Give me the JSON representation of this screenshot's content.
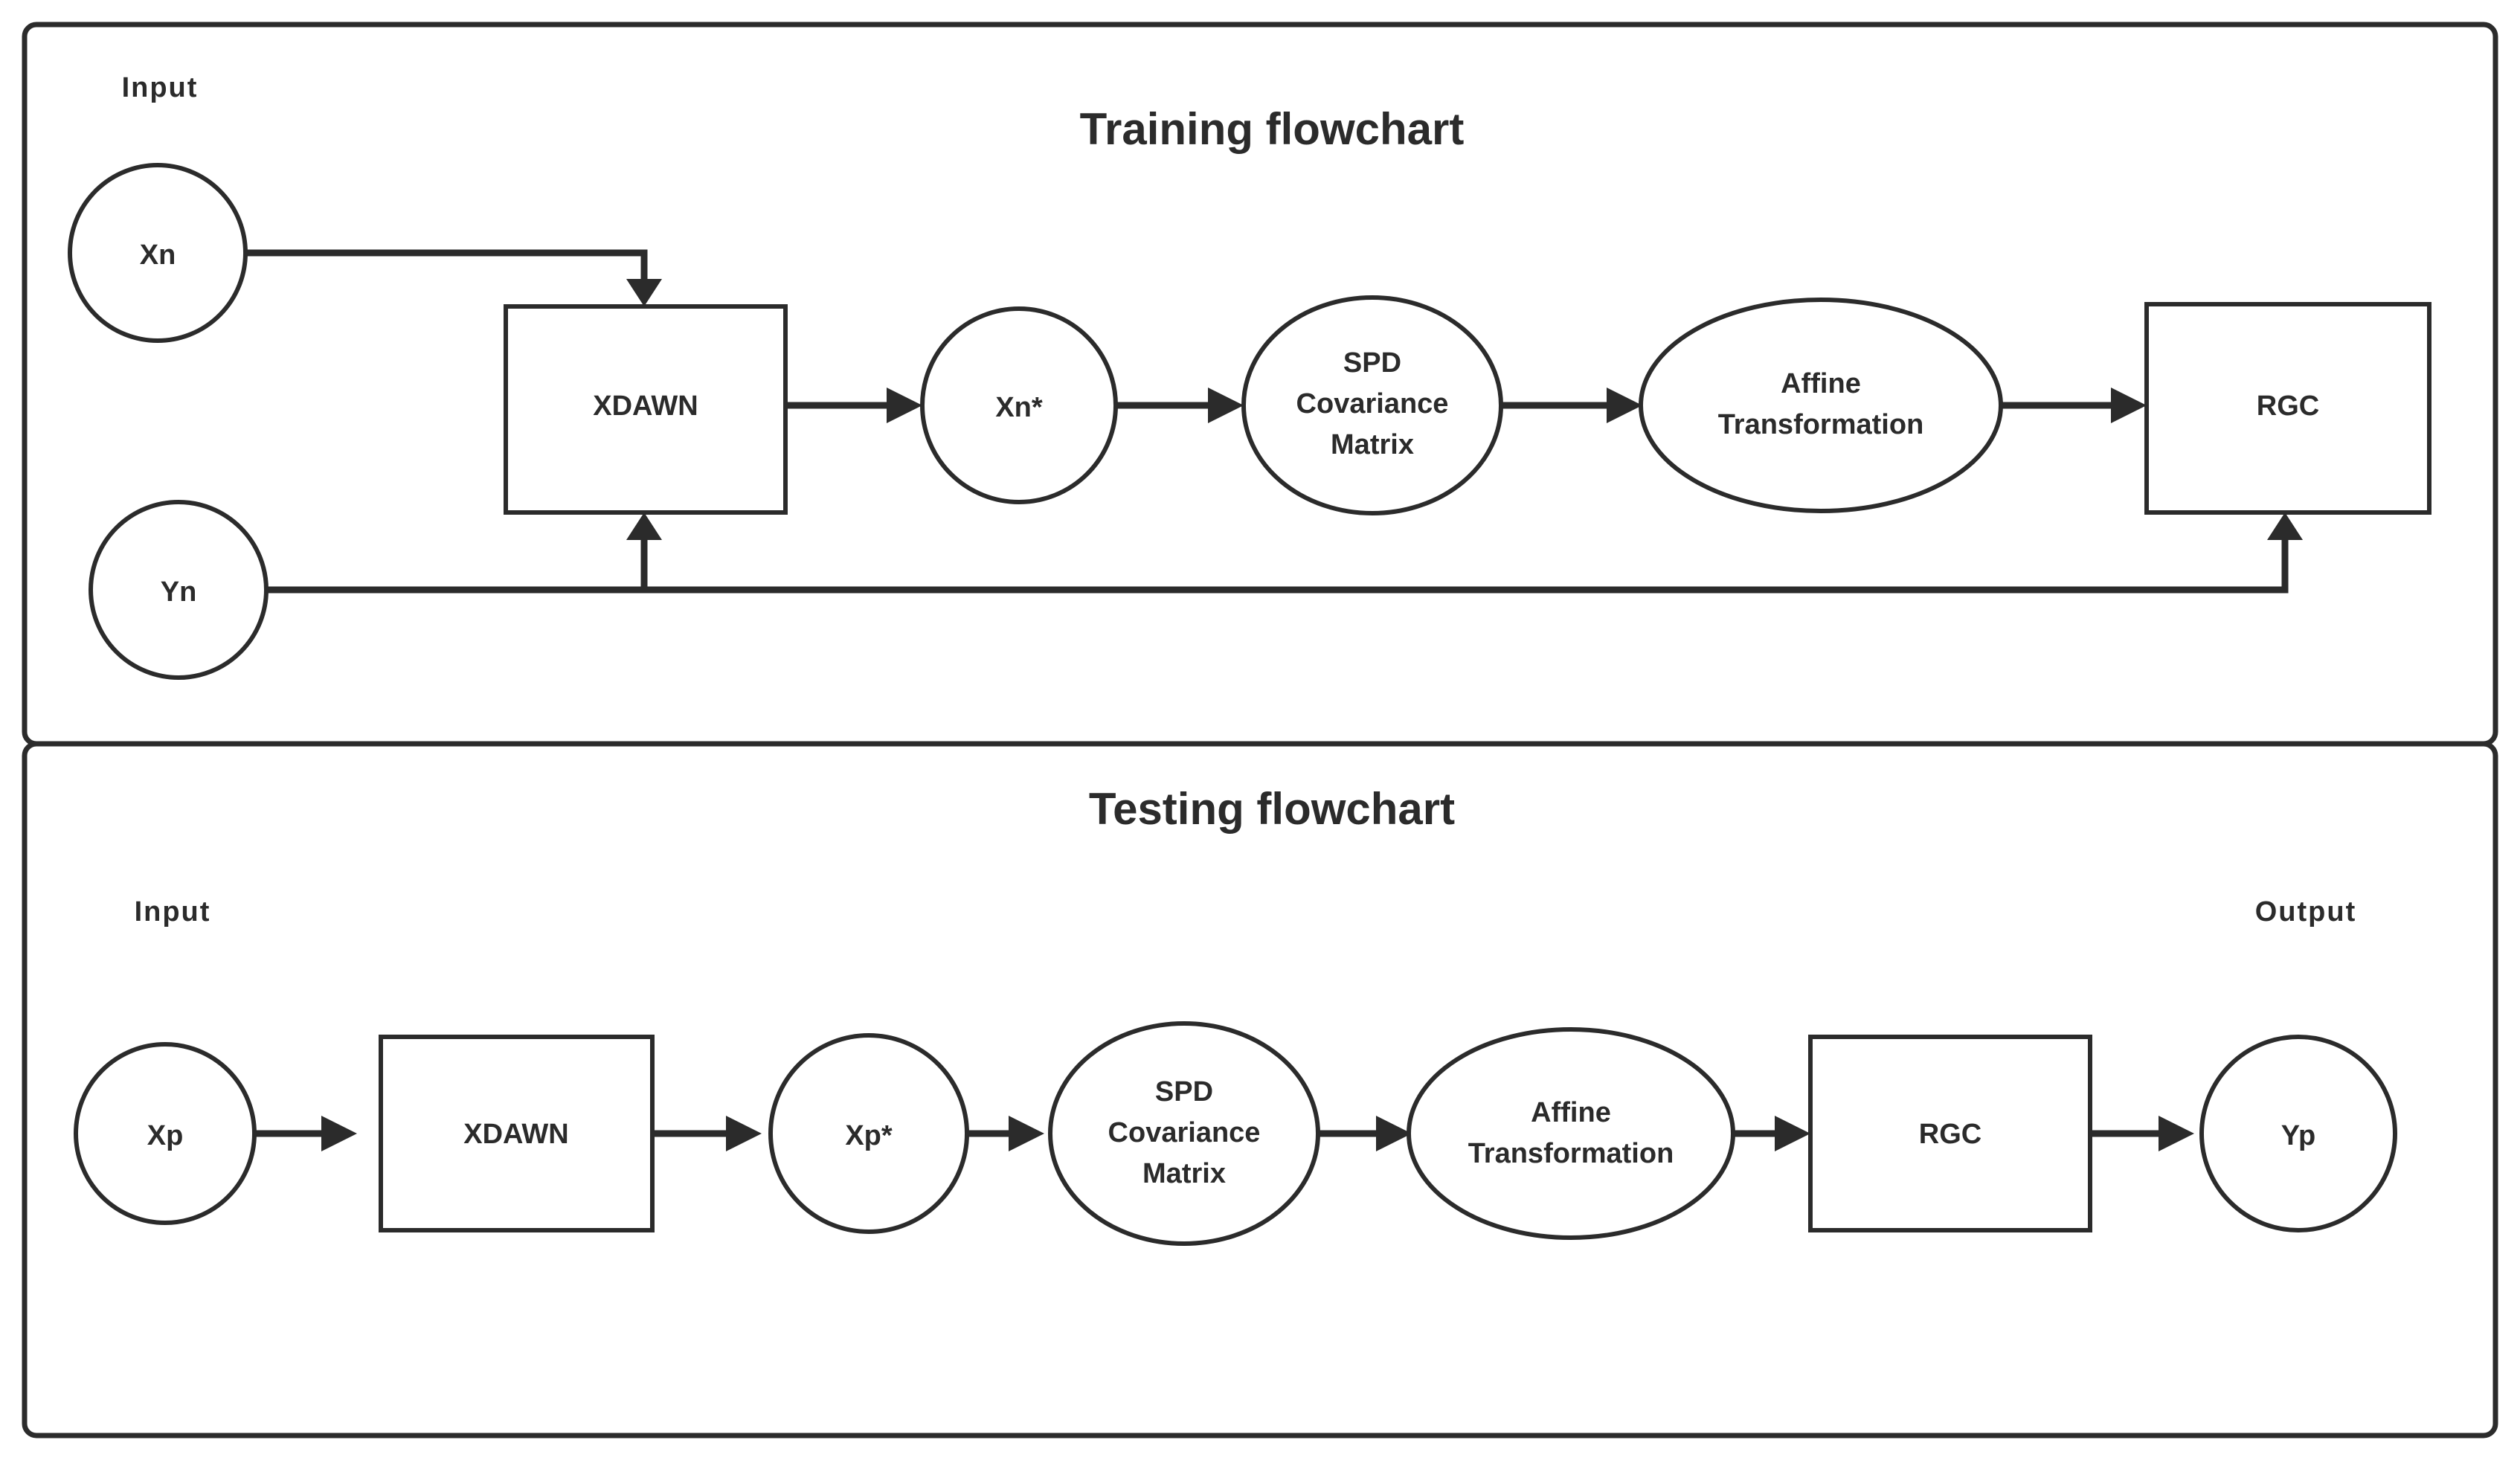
{
  "diagram": {
    "type": "flowchart",
    "panels": [
      {
        "id": "training",
        "title": "Training flowchart",
        "input_label": "Input",
        "output_label": "",
        "nodes": [
          {
            "id": "xn",
            "label": "Xn",
            "shape": "circle"
          },
          {
            "id": "yn",
            "label": "Yn",
            "shape": "circle"
          },
          {
            "id": "xdawn",
            "label": "XDAWN",
            "shape": "rectangle"
          },
          {
            "id": "xnstar",
            "label": "Xn*",
            "shape": "circle"
          },
          {
            "id": "spd",
            "label": "SPD Covariance Matrix",
            "shape": "ellipse",
            "lines": [
              "SPD",
              "Covariance",
              "Matrix"
            ]
          },
          {
            "id": "affine",
            "label": "Affine Transformation",
            "shape": "ellipse",
            "lines": [
              "Affine",
              "Transformation"
            ]
          },
          {
            "id": "rgc",
            "label": "RGC",
            "shape": "rectangle"
          }
        ],
        "edges": [
          {
            "from": "xn",
            "to": "xdawn",
            "route": "right-then-down"
          },
          {
            "from": "yn",
            "to": "xdawn",
            "route": "right-then-up"
          },
          {
            "from": "xdawn",
            "to": "xnstar",
            "route": "straight"
          },
          {
            "from": "xnstar",
            "to": "spd",
            "route": "straight"
          },
          {
            "from": "spd",
            "to": "affine",
            "route": "straight"
          },
          {
            "from": "affine",
            "to": "rgc",
            "route": "straight"
          },
          {
            "from": "yn",
            "to": "rgc",
            "route": "right-then-up"
          }
        ]
      },
      {
        "id": "testing",
        "title": "Testing flowchart",
        "input_label": "Input",
        "output_label": "Output",
        "nodes": [
          {
            "id": "xp",
            "label": "Xp",
            "shape": "circle"
          },
          {
            "id": "xdawn2",
            "label": "XDAWN",
            "shape": "rectangle"
          },
          {
            "id": "xpstar",
            "label": "Xp*",
            "shape": "circle"
          },
          {
            "id": "spd2",
            "label": "SPD Covariance Matrix",
            "shape": "ellipse",
            "lines": [
              "SPD",
              "Covariance",
              "Matrix"
            ]
          },
          {
            "id": "affine2",
            "label": "Affine Transformation",
            "shape": "ellipse",
            "lines": [
              "Affine",
              "Transformation"
            ]
          },
          {
            "id": "rgc2",
            "label": "RGC",
            "shape": "rectangle"
          },
          {
            "id": "yp",
            "label": "Yp",
            "shape": "circle"
          }
        ],
        "edges": [
          {
            "from": "xp",
            "to": "xdawn2",
            "route": "straight"
          },
          {
            "from": "xdawn2",
            "to": "xpstar",
            "route": "straight"
          },
          {
            "from": "xpstar",
            "to": "spd2",
            "route": "straight"
          },
          {
            "from": "spd2",
            "to": "affine2",
            "route": "straight"
          },
          {
            "from": "affine2",
            "to": "rgc2",
            "route": "straight"
          },
          {
            "from": "rgc2",
            "to": "yp",
            "route": "straight"
          }
        ]
      }
    ],
    "colors": {
      "stroke": "#2b2b2b",
      "fill": "#ffffff",
      "background": "#ffffff"
    }
  }
}
